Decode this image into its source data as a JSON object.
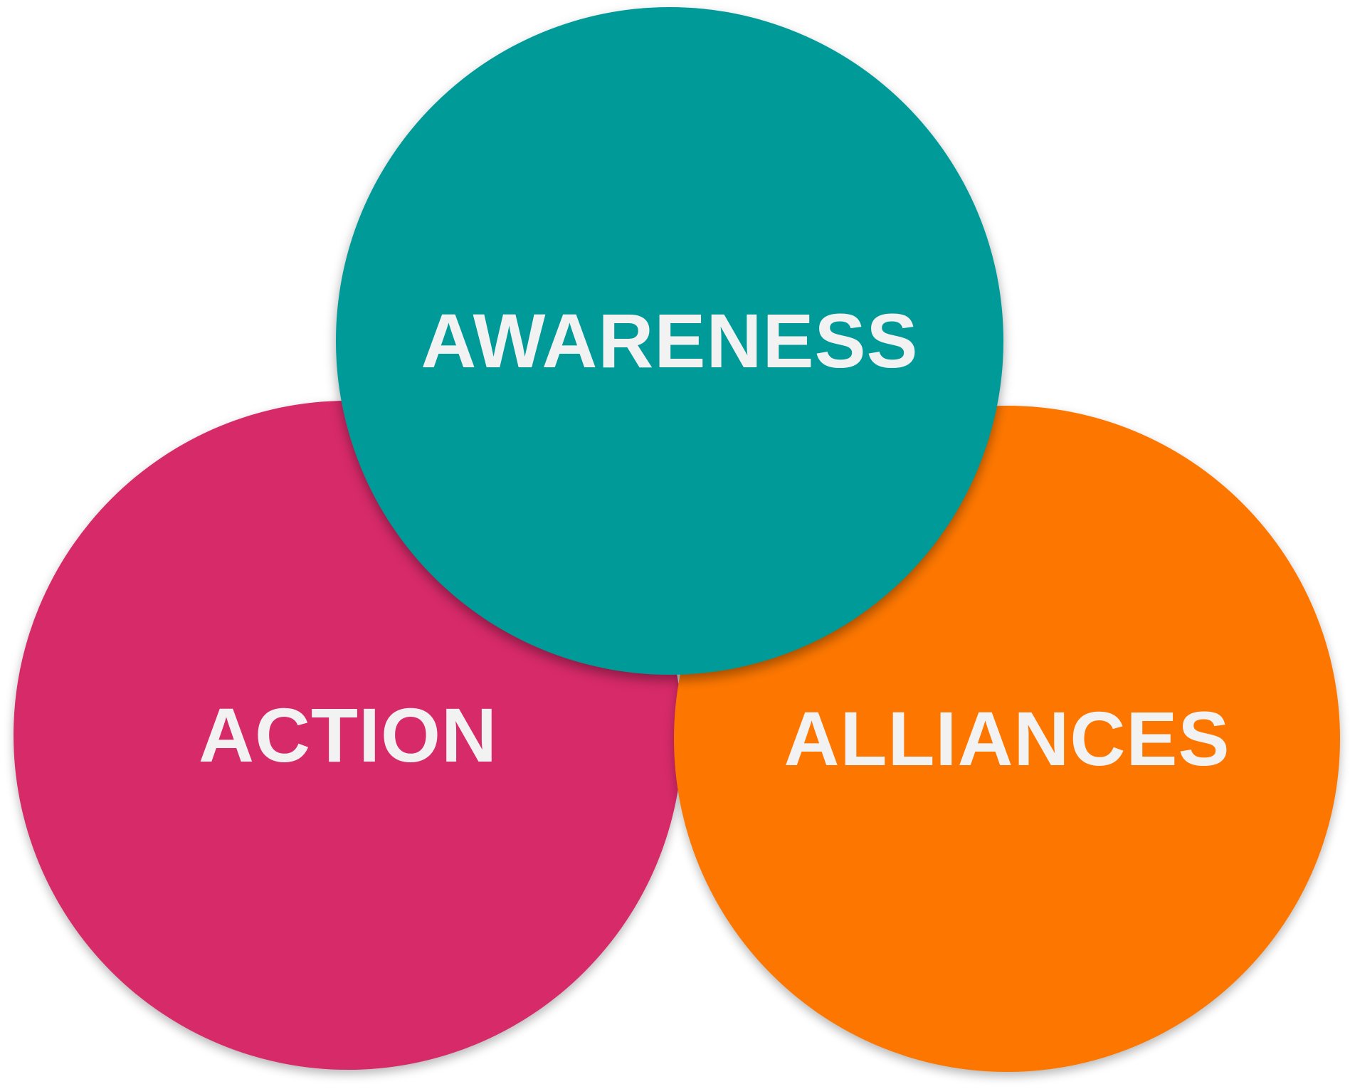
{
  "diagram": {
    "circles": [
      {
        "id": "action",
        "label": "ACTION",
        "color": "#d72a69"
      },
      {
        "id": "alliances",
        "label": "ALLIANCES",
        "color": "#fd7700"
      },
      {
        "id": "awareness",
        "label": "AWARENESS",
        "color": "#009a99"
      }
    ],
    "label_color": "#f2f2f2"
  }
}
